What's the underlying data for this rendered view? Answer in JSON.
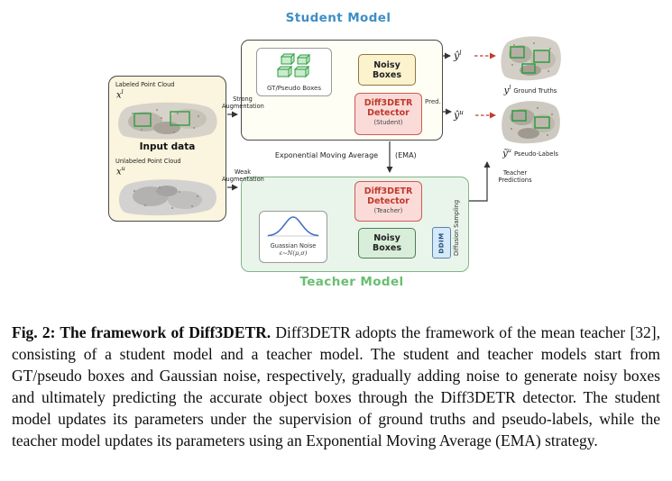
{
  "palette": {
    "student_title_blue": "#3E8EC4",
    "teacher_title_green": "#69BE70",
    "detector_red": "#C0392B",
    "detector_bg_pink": "#FADBD8",
    "noisy_student_bg_yellow": "#FCF2CE",
    "noisy_teacher_bg_green": "#D9EEDA",
    "teacher_container_bg_green": "#E9F5EA",
    "input_box_bg_cream": "#FBF4DE",
    "ddim_bg_blue": "#D6E9F8",
    "annotation_box_green": "#2E9E3F",
    "pred_arrow_red": "#C23B30",
    "gaussian_curve_blue": "#4472C4"
  },
  "icons": {
    "gt_boxes_icon": "stack of green 3D bounding boxes",
    "gaussian_curve_icon": "blue bell curve",
    "labeled_pointcloud_image": "gray indoor scan with green boxes",
    "unlabeled_pointcloud_image": "gray indoor scan",
    "ground_truth_image": "gray indoor scan with green boxes",
    "pseudo_labels_image": "gray indoor scan with green boxes"
  },
  "diagram": {
    "student": {
      "title": "Student Model",
      "gt_pseudo_boxes_label": "GT/Pseudo Boxes",
      "noisy_boxes_label": "Noisy Boxes"
    },
    "teacher": {
      "title": "Teacher Model",
      "noisy_boxes_label": "Noisy Boxes",
      "gaussian_noise_label": "Guassian Noise",
      "gaussian_noise_formula": "ε~N(μ,σ)",
      "ddim_label": "DDIM",
      "diffusion_sampling_label": "Diffusion Sampling"
    },
    "detector": {
      "line1": "Diff3DETR",
      "line2": "Detector",
      "student_variant": "(Student)",
      "teacher_variant": "(Teacher)"
    },
    "input": {
      "title": "Input data",
      "labeled_label": "Labeled Point Cloud",
      "labeled_var": {
        "base": "x",
        "sup": "l"
      },
      "unlabeled_label": "Unlabeled Point Cloud",
      "unlabeled_var": {
        "base": "x",
        "sup": "u"
      }
    },
    "edges": {
      "strong_augmentation": "Strong Augmentation",
      "weak_augmentation": "Weak Augmentation",
      "ema_text": "Exponential Moving Average",
      "ema_abbr": "(EMA)",
      "pred_label": "Pred."
    },
    "outputs": {
      "student_pred_labeled": {
        "base": "ŷ",
        "sup": "l"
      },
      "student_pred_unlabeled": {
        "base": "ŷ",
        "sup": "u"
      },
      "ground_truth_var": {
        "base": "y",
        "sup": "l"
      },
      "ground_truth_label": "Ground Truths",
      "pseudo_label_var": {
        "base": "ỹ",
        "sup": "u"
      },
      "pseudo_label_text": "Pseudo-Labels",
      "teacher_predictions_label": "Teacher Predictions"
    }
  },
  "caption": {
    "lead": "Fig. 2: The framework of Diff3DETR.",
    "rest": " Diff3DETR adopts the framework of the mean teacher [32], consisting of a student model and a teacher model. The student and teacher models start from GT/pseudo boxes and Gaussian noise, respectively, gradually adding noise to generate noisy boxes and ultimately predicting the accurate object boxes through the Diff3DETR detector. The student model updates its parameters under the supervision of ground truths and pseudo-labels, while the teacher model updates its parameters using an Exponential Moving Average (EMA) strategy."
  }
}
